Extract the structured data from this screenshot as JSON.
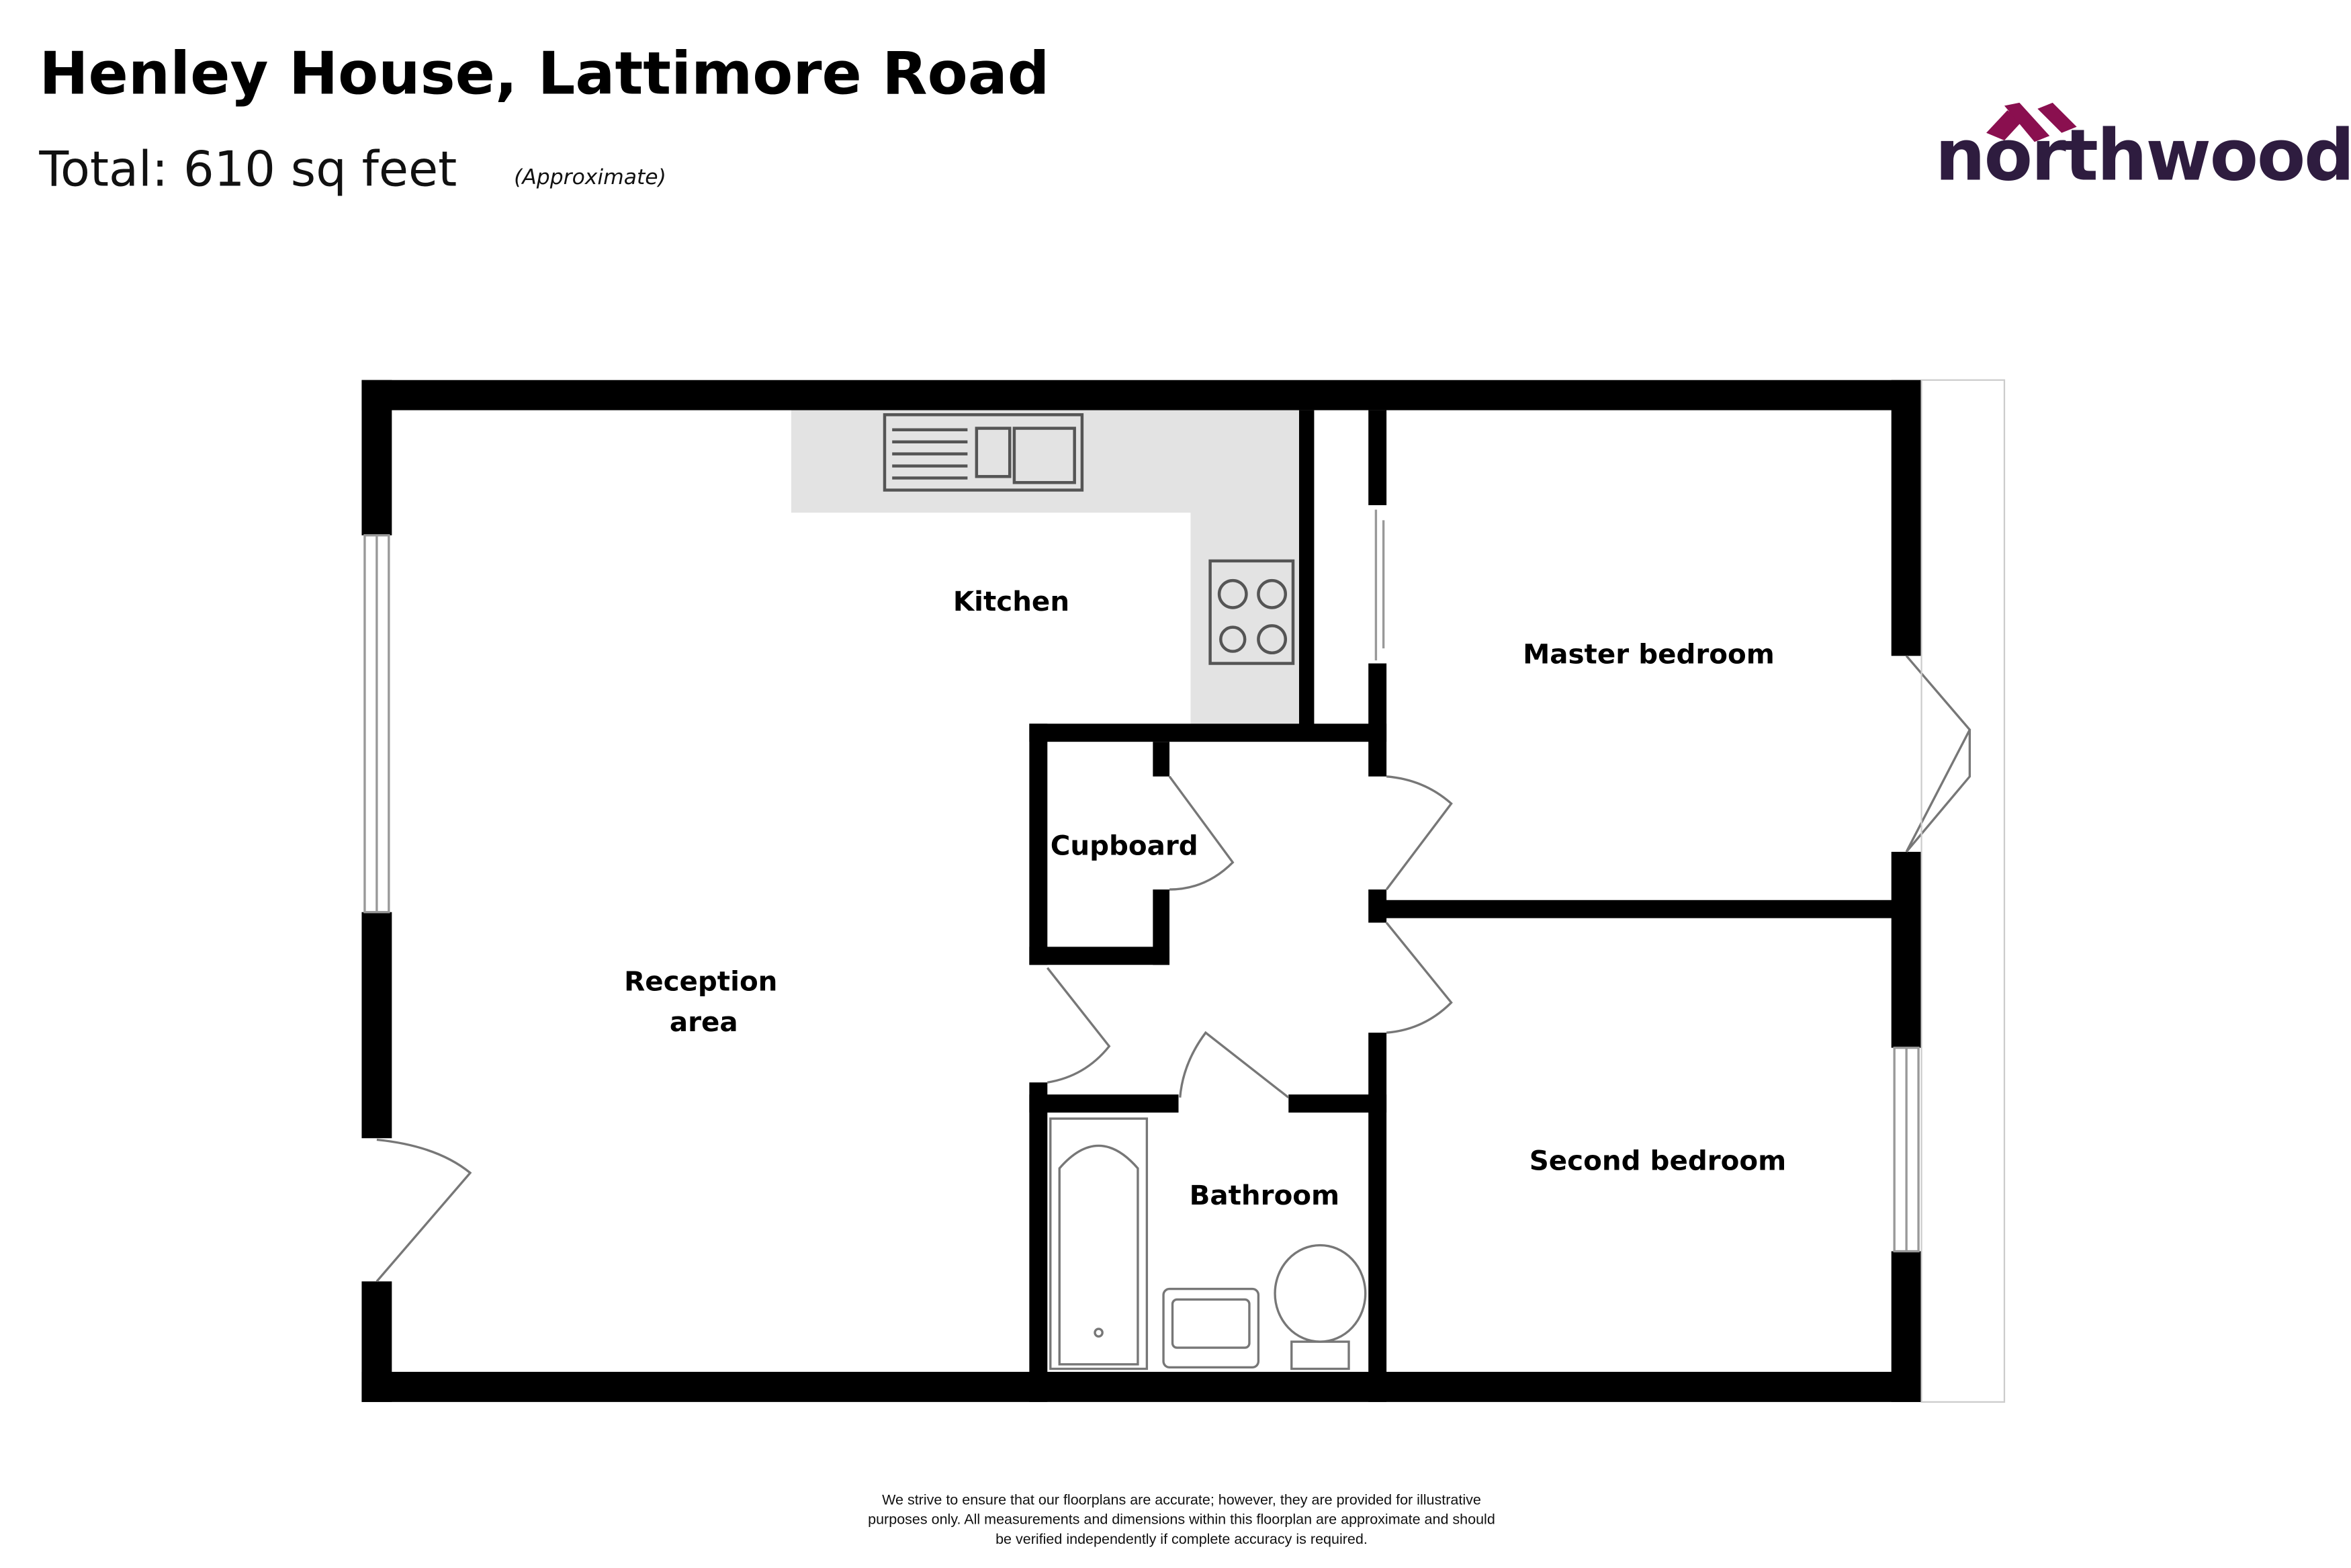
{
  "header": {
    "title": "Henley House, Lattimore Road",
    "total_area": "Total: 610 sq feet",
    "approximate_note": "(Approximate)"
  },
  "logo": {
    "text": "northwood",
    "brand_color": "#2e1c3f",
    "mark_color": "#8a0f4f"
  },
  "rooms": {
    "kitchen": "Kitchen",
    "master_bedroom": "Master bedroom",
    "cupboard": "Cupboard",
    "reception_line1": "Reception",
    "reception_line2": "area",
    "bathroom": "Bathroom",
    "second_bedroom": "Second bedroom"
  },
  "disclaimer": {
    "line1": "We strive to ensure that our floorplans are accurate; however, they are provided for illustrative",
    "line2": "purposes only. All measurements and dimensions within this floorplan are approximate and should",
    "line3": "be verified independently if complete accuracy is required."
  }
}
